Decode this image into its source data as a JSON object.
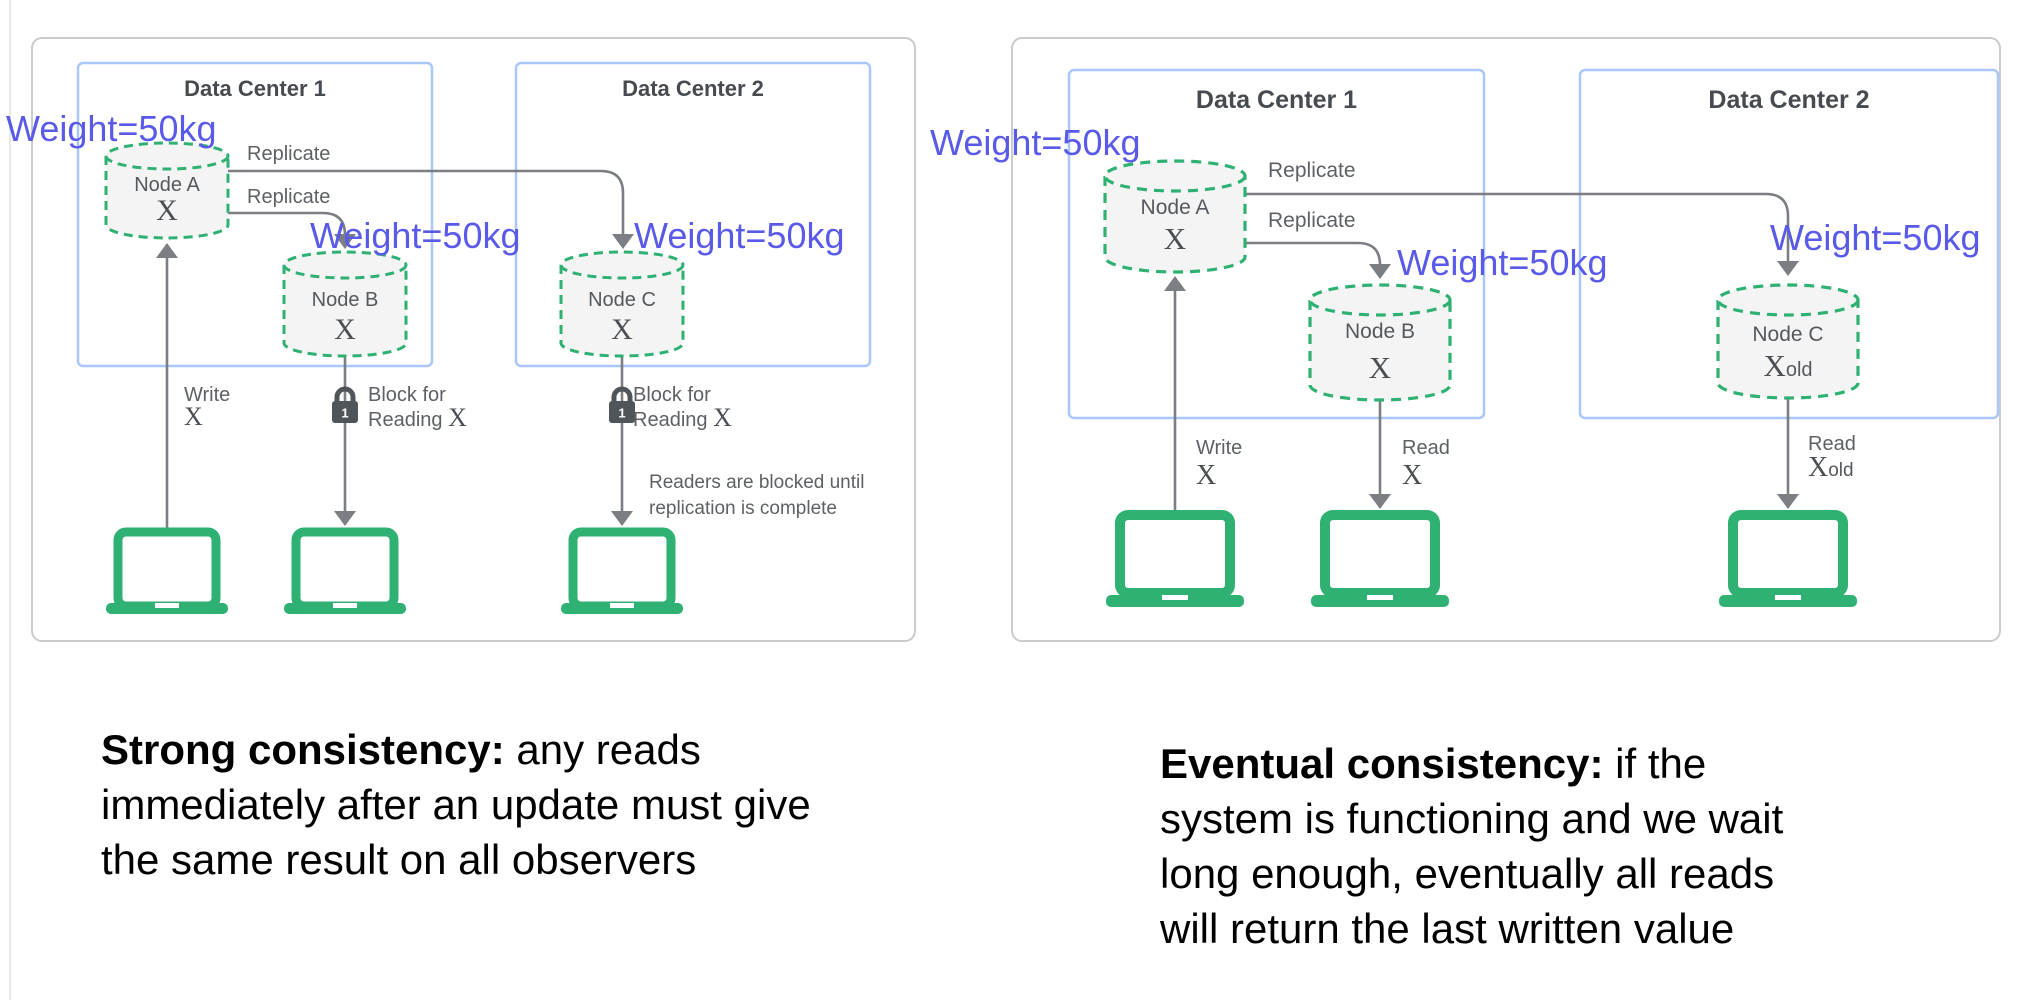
{
  "page": {
    "background": "#ffffff"
  },
  "colors": {
    "green": "#2fb173",
    "cylinder_fill": "#f3f4f3",
    "datacenter_border_blue": "#a9c7f9",
    "outer_border_gray": "#c9cbcd",
    "arrow_gray": "#7b7e82",
    "label_gray": "#5d6165",
    "weight_blue": "#5a5ae9",
    "lock_dark": "#50555a"
  },
  "diagrams": {
    "left": {
      "dc1_title": "Data Center 1",
      "dc2_title": "Data Center 2",
      "weight_a": "Weight=50kg",
      "weight_b": "Weight=50kg",
      "weight_c": "Weight=50kg",
      "replicate_top": "Replicate",
      "replicate_bottom": "Replicate",
      "node_a_name": "Node A",
      "node_a_value": "X",
      "node_b_name": "Node B",
      "node_b_value": "X",
      "node_c_name": "Node C",
      "node_c_value": "X",
      "write_label": "Write",
      "write_value": "X",
      "block_b_line1": "Block for",
      "block_b_line2": "Reading",
      "block_b_value": "X",
      "block_c_line1": "Block for",
      "block_c_line2": "Reading",
      "block_c_value": "X",
      "lock_digit": "1",
      "note_line1": "Readers are blocked until",
      "note_line2": "replication is complete",
      "caption_bold": "Strong consistency:",
      "caption_line1_rest": " any reads",
      "caption_line2": "immediately after an update must give",
      "caption_line3": "the same result on all observers"
    },
    "right": {
      "dc1_title": "Data Center 1",
      "dc2_title": "Data Center 2",
      "weight_a": "Weight=50kg",
      "weight_b": "Weight=50kg",
      "weight_c": "Weight=50kg",
      "replicate_top": "Replicate",
      "replicate_bottom": "Replicate",
      "node_a_name": "Node A",
      "node_a_value": "X",
      "node_b_name": "Node B",
      "node_b_value": "X",
      "node_c_name": "Node C",
      "node_c_value": "X",
      "node_c_value_suffix": "old",
      "write_label": "Write",
      "write_value": "X",
      "read_b_label": "Read",
      "read_b_value": "X",
      "read_c_label": "Read",
      "read_c_value": "X",
      "read_c_value_suffix": "old",
      "caption_bold": "Eventual consistency:",
      "caption_line1_rest": " if the",
      "caption_line2": "system is functioning and we wait",
      "caption_line3": "long enough, eventually all reads",
      "caption_line4": "will return the last written value"
    }
  }
}
